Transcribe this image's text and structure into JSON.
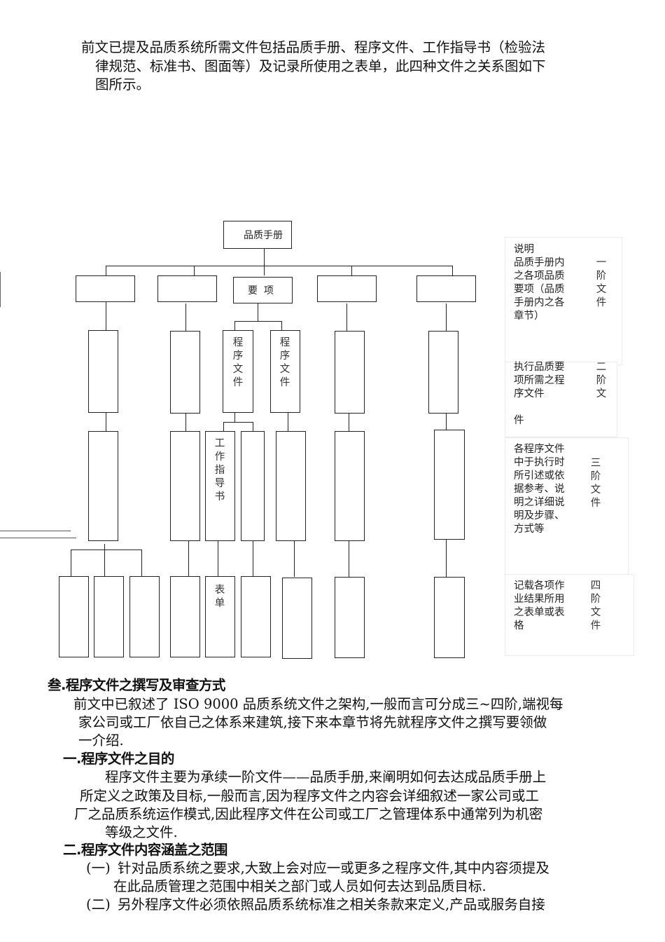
{
  "intro": {
    "lines": [
      "前文已提及品质系统所需文件包括品质手册、程序文件、工作指导书（检验法",
      "律规范、标准书、图面等）及记录所使用之表单，此四种文件之关系图如下",
      "图所示。"
    ]
  },
  "diagram": {
    "root_label": "品质手册",
    "key_item_label": "要  项",
    "procedure_label_1": "程\n序\n文\n件",
    "procedure_label_2": "程\n序\n文\n件",
    "work_instruction_label": "工\n作\n指\n导\n书",
    "form_label": "表\n单"
  },
  "levels": [
    {
      "description": "说明\n品质手册内\n之各项品质\n要项（品质\n手册内之各\n章节）",
      "level": "一\n阶\n文\n件"
    },
    {
      "description": "执行品质要\n项所需之程\n序文件\n\n件",
      "level": "二\n阶\n文"
    },
    {
      "description": "各程序文件\n中于执行时\n所引述或依\n据参考、说\n明之详细说\n明及步骤、\n方式等",
      "level": "三\n阶\n文\n件"
    },
    {
      "description": "记载各项作\n业结果所用\n之表单或表\n格",
      "level": "四\n阶\n文\n件"
    }
  ],
  "section3": {
    "title": "叁.程序文件之撰写及审查方式",
    "intro_lines": [
      "前文中已叙述了 ISO 9000 品质系统文件之架构,一般而言可分成三~四阶,端视每",
      "家公司或工厂依自己之体系来建筑,接下来本章节将先就程序文件之撰写要领做",
      "一介绍."
    ],
    "sub1": {
      "title": "一.程序文件之目的",
      "lines": [
        "程序文件主要为承续一阶文件——品质手册,来阐明如何去达成品质手册上",
        "所定义之政策及目标,一般而言,因为程序文件之内容会详细叙述一家公司或工",
        "厂之品质系统运作模式,因此程序文件在公司或工厂之管理体系中通常列为机密",
        "等级之文件."
      ]
    },
    "sub2": {
      "title": "二.程序文件内容涵盖之范围",
      "items": [
        {
          "marker": "(一)",
          "lines": [
            "针对品质系统之要求,大致上会对应一或更多之程序文件,其中内容须提及",
            "在此品质管理之范围中相关之部门或人员如何去达到品质目标."
          ]
        },
        {
          "marker": "(二)",
          "lines": [
            "另外程序文件必须依照品质系统标准之相关条款来定义,产品或服务自接"
          ]
        }
      ]
    }
  }
}
